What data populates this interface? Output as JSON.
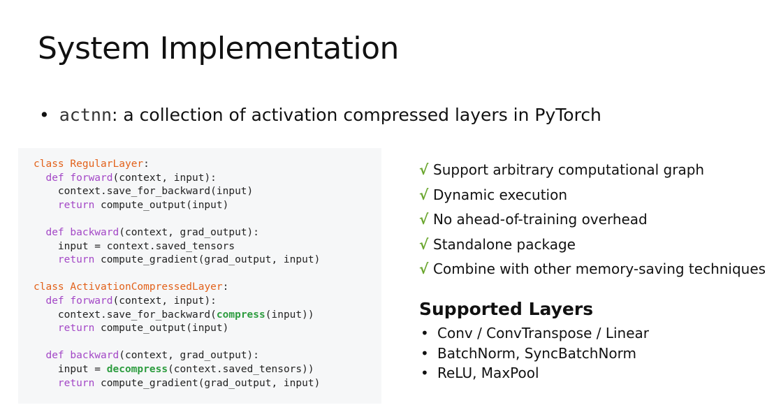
{
  "title": "System Implementation",
  "intro": {
    "bullet": "•",
    "code_word": "actnn",
    "text": ": a collection of activation compressed layers in PyTorch"
  },
  "code": {
    "lines": [
      [
        {
          "t": "class ",
          "c": "orange"
        },
        {
          "t": "RegularLayer",
          "c": "orange"
        },
        {
          "t": ":",
          "c": ""
        }
      ],
      [
        {
          "t": "  def ",
          "c": "purple"
        },
        {
          "t": "forward",
          "c": "purple"
        },
        {
          "t": "(context, input):",
          "c": ""
        }
      ],
      [
        {
          "t": "    context.save_for_backward(input)",
          "c": ""
        }
      ],
      [
        {
          "t": "    return ",
          "c": "purple"
        },
        {
          "t": "compute_output(input)",
          "c": ""
        }
      ],
      [
        {
          "t": "",
          "c": ""
        }
      ],
      [
        {
          "t": "  def ",
          "c": "purple"
        },
        {
          "t": "backward",
          "c": "purple"
        },
        {
          "t": "(context, grad_output):",
          "c": ""
        }
      ],
      [
        {
          "t": "    input = context.saved_tensors",
          "c": ""
        }
      ],
      [
        {
          "t": "    return ",
          "c": "purple"
        },
        {
          "t": "compute_gradient(grad_output, input)",
          "c": ""
        }
      ],
      [
        {
          "t": "",
          "c": ""
        }
      ],
      [
        {
          "t": "class ",
          "c": "orange"
        },
        {
          "t": "ActivationCompressedLayer",
          "c": "orange"
        },
        {
          "t": ":",
          "c": ""
        }
      ],
      [
        {
          "t": "  def ",
          "c": "purple"
        },
        {
          "t": "forward",
          "c": "purple"
        },
        {
          "t": "(context, input):",
          "c": ""
        }
      ],
      [
        {
          "t": "    context.save_for_backward(",
          "c": ""
        },
        {
          "t": "compress",
          "c": "green"
        },
        {
          "t": "(input))",
          "c": ""
        }
      ],
      [
        {
          "t": "    return ",
          "c": "purple"
        },
        {
          "t": "compute_output(input)",
          "c": ""
        }
      ],
      [
        {
          "t": "",
          "c": ""
        }
      ],
      [
        {
          "t": "  def ",
          "c": "purple"
        },
        {
          "t": "backward",
          "c": "purple"
        },
        {
          "t": "(context, grad_output):",
          "c": ""
        }
      ],
      [
        {
          "t": "    input = ",
          "c": ""
        },
        {
          "t": "decompress",
          "c": "green"
        },
        {
          "t": "(context.saved_tensors))",
          "c": ""
        }
      ],
      [
        {
          "t": "    return ",
          "c": "purple"
        },
        {
          "t": "compute_gradient(grad_output, input)",
          "c": ""
        }
      ]
    ]
  },
  "features": {
    "check_mark": "√",
    "items": [
      "Support arbitrary computational graph",
      "Dynamic execution",
      "No ahead-of-training overhead",
      "Standalone package",
      "Combine with other memory-saving techniques"
    ]
  },
  "supported": {
    "title": "Supported Layers",
    "bullet": "•",
    "items": [
      "Conv / ConvTranspose / Linear",
      "BatchNorm, SyncBatchNorm",
      "ReLU, MaxPool"
    ]
  },
  "colors": {
    "keyword_orange": "#e2611a",
    "keyword_purple": "#a347c6",
    "keyword_green": "#2d9c3f",
    "check_green": "#6aa62e",
    "code_background": "#f6f7f8"
  }
}
